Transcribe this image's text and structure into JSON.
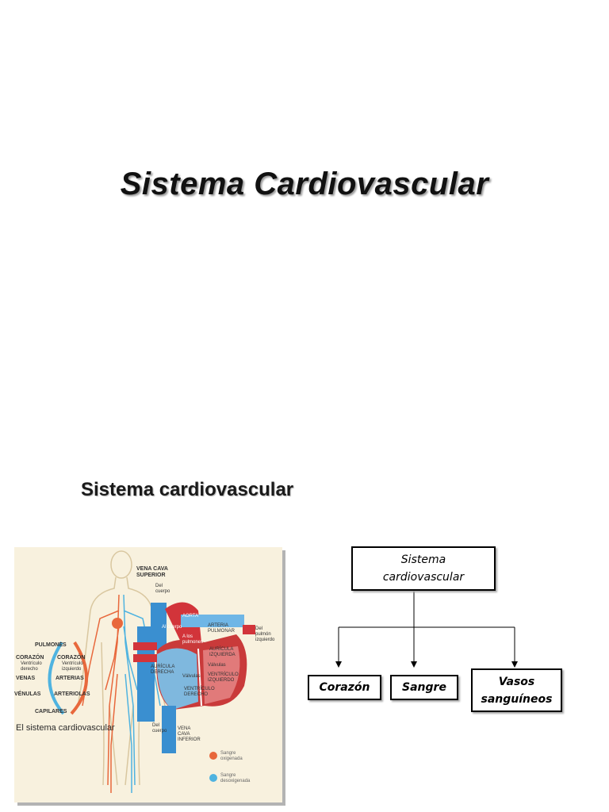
{
  "slide1": {
    "title": "Sistema Cardiovascular"
  },
  "slide2": {
    "title": "Sistema cardiovascular",
    "figure": {
      "caption": "El sistema cardiovascular",
      "labels": {
        "vena_cava_superior": "VENA CAVA\nSUPERIOR",
        "del_cuerpo_top": "Del\ncuerpo",
        "aorta": "AORTA",
        "arteria_pulmonar": "ARTERIA\nPULMONAR",
        "del_pulmon": "Del\npulmón\nizquierdo",
        "auricula_izquierda": "AURÍCULA\nIZQUIERDA",
        "valvulas_right": "Válvulas",
        "ventriculo_izquierdo": "VENTRÍCULO\nIZQUIERDO",
        "auricula_derecha": "AURÍCULA\nDERECHA",
        "valvulas_left": "Válvulas",
        "ventriculo_derecho": "VENTRÍCULO\nDERECHO",
        "al_cuerpo": "Al cuerpo",
        "a_los_pulmones": "A los\npulmones",
        "del_cuerpo_bottom": "Del\ncuerpo",
        "vena_cava_inferior": "VENA\nCAVA\nINFERIOR",
        "pulmones": "PULMONES",
        "corazon_left": "CORAZÓN",
        "ventriculo_derecho_small": "Ventrículo\nderecho",
        "corazon_right": "CORAZÓN",
        "ventriculo_izquierdo_small": "Ventrículo\nizquierdo",
        "venas": "VENAS",
        "arterias": "ARTERIAS",
        "venulas": "VÉNULAS",
        "arteriolas": "ARTERIOLAS",
        "capilares": "CAPILARES"
      },
      "legend": [
        {
          "label": "Sangre\noxigenada",
          "color": "#e8683c"
        },
        {
          "label": "Sangre\ndesoxigenada",
          "color": "#4fb3e0"
        }
      ]
    },
    "concept_map": {
      "root": "Sistema\ncardiovascular",
      "children": [
        "Corazón",
        "Sangre",
        "Vasos\nsanguíneos"
      ]
    }
  }
}
